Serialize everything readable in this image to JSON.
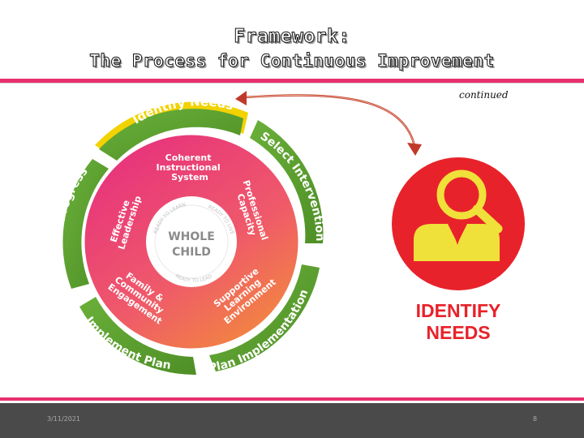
{
  "title": {
    "line1": "Framework:",
    "line2": "The Process for Continuous Improvement"
  },
  "note": "continued",
  "cycle": {
    "steps": [
      "Identify Needs",
      "Select Interventions",
      "Plan Implementation",
      "Implement Plan",
      "Examine Progress"
    ],
    "inner": [
      "Coherent Instructional System",
      "Professional Capacity",
      "Supportive Learning Environment",
      "Family & Community Engagement",
      "Effective Leadership"
    ],
    "center_line1": "WHOLE",
    "center_line2": "CHILD",
    "ring": [
      "READY TO LEARN",
      "READY TO LIVE",
      "READY TO LEAD"
    ]
  },
  "icon": {
    "name": "magnifier-person-icon",
    "label_line1": "IDENTIFY",
    "label_line2": "NEEDS"
  },
  "footer": {
    "date": "3/11/2021",
    "page": "8"
  },
  "colors": {
    "accent_pink": "#e8306e",
    "cycle_green": "#5a9c2e",
    "highlight_yellow": "#f2d200",
    "icon_red": "#e8222a",
    "icon_yellow": "#f0e03a"
  }
}
